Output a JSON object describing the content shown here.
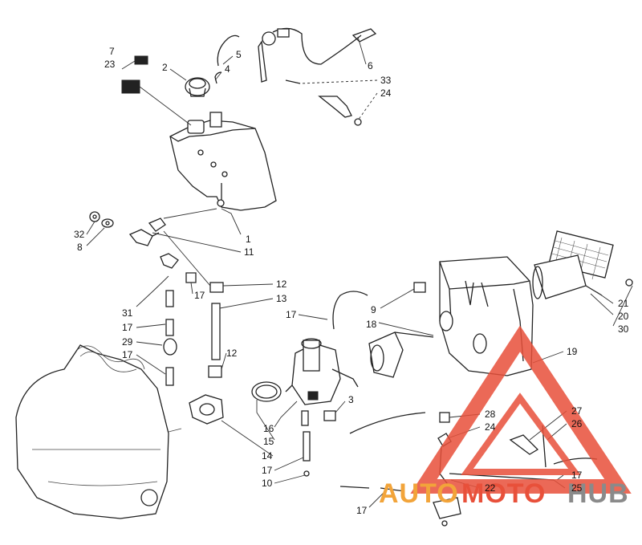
{
  "diagram": {
    "callouts": [
      {
        "id": "c7",
        "text": "7"
      },
      {
        "id": "c23",
        "text": "23"
      },
      {
        "id": "c2",
        "text": "2"
      },
      {
        "id": "c5",
        "text": "5"
      },
      {
        "id": "c4",
        "text": "4"
      },
      {
        "id": "c6",
        "text": "6"
      },
      {
        "id": "c33",
        "text": "33"
      },
      {
        "id": "c24a",
        "text": "24"
      },
      {
        "id": "c32",
        "text": "32"
      },
      {
        "id": "c8",
        "text": "8"
      },
      {
        "id": "c1",
        "text": "1"
      },
      {
        "id": "c11",
        "text": "11"
      },
      {
        "id": "c12a",
        "text": "12"
      },
      {
        "id": "c17a",
        "text": "17"
      },
      {
        "id": "c13",
        "text": "13"
      },
      {
        "id": "c31",
        "text": "31"
      },
      {
        "id": "c17b",
        "text": "17"
      },
      {
        "id": "c29",
        "text": "29"
      },
      {
        "id": "c17c",
        "text": "17"
      },
      {
        "id": "c12b",
        "text": "12"
      },
      {
        "id": "c17d",
        "text": "17"
      },
      {
        "id": "c9",
        "text": "9"
      },
      {
        "id": "c18",
        "text": "18"
      },
      {
        "id": "c21",
        "text": "21"
      },
      {
        "id": "c20",
        "text": "20"
      },
      {
        "id": "c30",
        "text": "30"
      },
      {
        "id": "c19",
        "text": "19"
      },
      {
        "id": "c3",
        "text": "3"
      },
      {
        "id": "c16",
        "text": "16"
      },
      {
        "id": "c15",
        "text": "15"
      },
      {
        "id": "c14",
        "text": "14"
      },
      {
        "id": "c17e",
        "text": "17"
      },
      {
        "id": "c10",
        "text": "10"
      },
      {
        "id": "c28",
        "text": "28"
      },
      {
        "id": "c24b",
        "text": "24"
      },
      {
        "id": "c27",
        "text": "27"
      },
      {
        "id": "c26",
        "text": "26"
      },
      {
        "id": "c17f",
        "text": "17"
      },
      {
        "id": "c22",
        "text": "22"
      },
      {
        "id": "c25",
        "text": "25"
      },
      {
        "id": "c17g",
        "text": "17"
      }
    ]
  },
  "watermark": {
    "word_part1": "AUTO",
    "word_part2": "MOTO",
    "word_part3": "HUB",
    "color_red": "#e8503a",
    "color_orange": "#f2a43a",
    "color_gray": "#8a8a8a"
  }
}
